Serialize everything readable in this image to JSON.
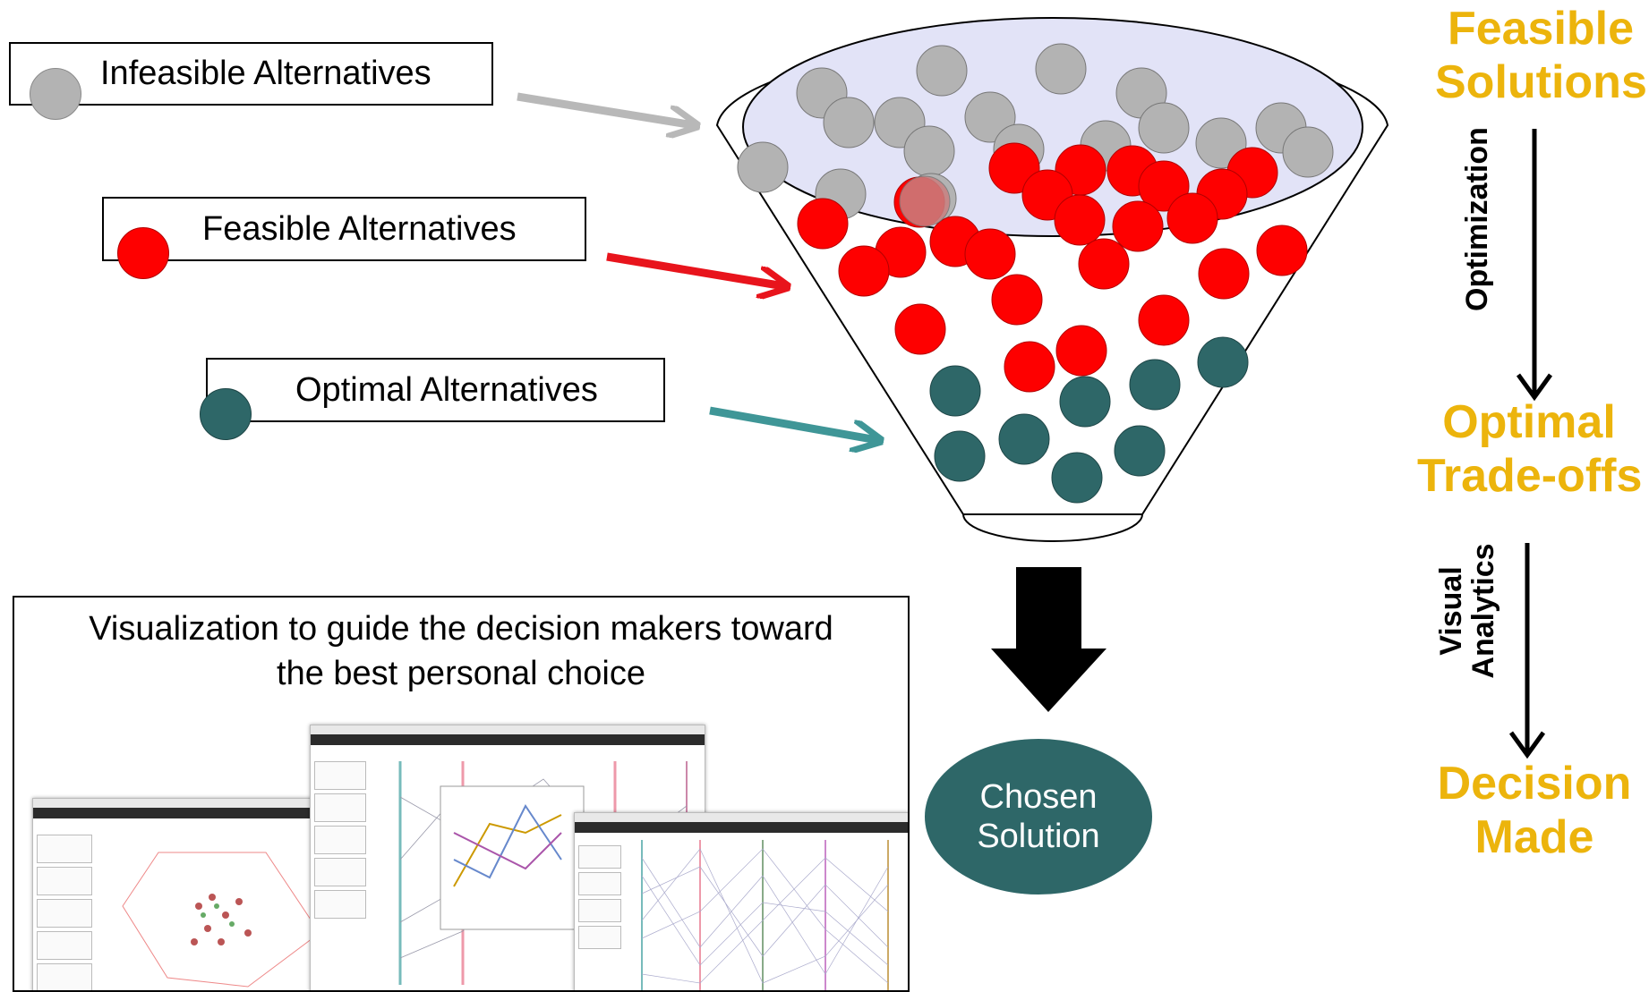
{
  "legend": {
    "infeasible": "Infeasible Alternatives",
    "feasible": "Feasible Alternatives",
    "optimal": "Optimal Alternatives"
  },
  "flow": {
    "feasible_solutions": [
      "Feasible",
      "Solutions"
    ],
    "optimization": "Optimization",
    "optimal_tradeoffs": [
      "Optimal",
      "Trade-offs"
    ],
    "visual_analytics": [
      "Visual",
      "Analytics"
    ],
    "decision_made": [
      "Decision",
      "Made"
    ]
  },
  "panel": {
    "caption_line1": "Visualization to guide the decision makers toward",
    "caption_line2": "the best personal choice"
  },
  "chosen": [
    "Chosen",
    "Solution"
  ],
  "colors": {
    "infeasible": "#b3b3b3",
    "feasible": "#fe0000",
    "optimal": "#2e6768",
    "stage_text": "#ecb40c",
    "funnel_fill": "#e2e3f7"
  },
  "icons": {
    "down_arrow": "thick-black-down-arrow",
    "flow_arrow": "thin-black-down-arrow"
  }
}
